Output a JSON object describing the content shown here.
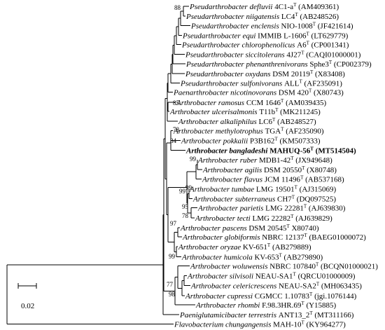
{
  "tree": {
    "scale_bar_label": "0.02",
    "taxa": [
      {
        "genus": "Pseudarthrobacter",
        "species": "defluvii",
        "strain": "4C1-a",
        "type_strain": true,
        "accession": "(AM409361)"
      },
      {
        "genus": "Pseudarthrobacter",
        "species": "niigatensis",
        "strain": "LC4",
        "type_strain": true,
        "accession": "(AB248526)"
      },
      {
        "genus": "Pseudarthrobacter",
        "species": "enclensis",
        "strain": "NIO-1008",
        "type_strain": true,
        "accession": "(JF421614)"
      },
      {
        "genus": "Pseudarthrobacter",
        "species": "equi",
        "strain": "IMMIB L-1606",
        "type_strain": true,
        "accession": "(LT629779)"
      },
      {
        "genus": "Pseudarthrobacter",
        "species": "chlorophenolicus",
        "strain": "A6",
        "type_strain": true,
        "accession": "(CP001341)"
      },
      {
        "genus": "Pseudarthrobacter",
        "species": "siccitolerans",
        "strain": "4J27",
        "type_strain": true,
        "accession": "(CAQI01000001)"
      },
      {
        "genus": "Pseudarthrobacter",
        "species": "phenanthrenivorans",
        "strain": "Sphe3",
        "type_strain": true,
        "accession": "(CP002379)"
      },
      {
        "genus": "Pseudarthrobacter",
        "species": "oxydans",
        "strain": "DSM 20119",
        "type_strain": true,
        "accession": "(X83408)"
      },
      {
        "genus": "Pseudarthrobacter",
        "species": "sulfonivorans",
        "strain": "ALL",
        "type_strain": true,
        "accession": "(AF235091)"
      },
      {
        "genus": "Paenarthrobacter",
        "species": "nicotinovorans",
        "strain": "DSM 420",
        "type_strain": true,
        "accession": "(X80743)"
      },
      {
        "genus": "Arthrobacter",
        "species": "ramosus",
        "strain": "CCM 1646",
        "type_strain": true,
        "accession": "(AM039435)"
      },
      {
        "genus": "Arthrobacter",
        "species": "ulcerisalmonis",
        "strain": "T11b",
        "type_strain": true,
        "accession": "(MK211245)"
      },
      {
        "genus": "Arthrobacter",
        "species": "alkaliphilus",
        "strain": "LC6",
        "type_strain": true,
        "accession": "(AB248527)"
      },
      {
        "genus": "Arthrobacter",
        "species": "methylotrophus",
        "strain": "TGA",
        "type_strain": true,
        "accession": "(AF235090)"
      },
      {
        "genus": "Arthrobacter",
        "species": "pokkalii",
        "strain": "P3B162",
        "type_strain": true,
        "accession": "(KM507333)"
      },
      {
        "genus": "Arthrobacter",
        "species": "bangladeshi",
        "strain": "MAHUQ-56",
        "type_strain": true,
        "accession": "(MT514504)",
        "bold": true
      },
      {
        "genus": "Arthrobacter",
        "species": "ruber",
        "strain": "MDB1-42",
        "type_strain": true,
        "accession": "(JX949648)"
      },
      {
        "genus": "Arthrobacter",
        "species": "agilis",
        "strain": "DSM 20550",
        "type_strain": true,
        "accession": "(X80748)"
      },
      {
        "genus": "Arthrobacter",
        "species": "flavus",
        "strain": "JCM 11496",
        "type_strain": true,
        "accession": "(AB537168)"
      },
      {
        "genus": "Arthrobacter",
        "species": "tumbae",
        "strain": "LMG 19501",
        "type_strain": true,
        "accession": "(AJ315069)"
      },
      {
        "genus": "Arthrobacter",
        "species": "subterraneus",
        "strain": "CH7",
        "type_strain": true,
        "accession": "(DQ097525)"
      },
      {
        "genus": "Arthrobacter",
        "species": "parietis",
        "strain": "LMG 22281",
        "type_strain": true,
        "accession": "(AJ639830)"
      },
      {
        "genus": "Arthrobacter",
        "species": "tecti",
        "strain": "LMG 22282",
        "type_strain": true,
        "accession": "(AJ639829)"
      },
      {
        "genus": "Arthrobacter",
        "species": "pascens",
        "strain": "DSM 20545",
        "type_strain": true,
        "accession": "X80740)"
      },
      {
        "genus": "Arthrobacter",
        "species": "globiformis",
        "strain": "NBRC 12137",
        "type_strain": true,
        "accession": "(BAEG01000072)"
      },
      {
        "genus": "Arthrobacter",
        "species": "oryzae",
        "strain": "KV-651",
        "type_strain": true,
        "accession": "(AB279889)"
      },
      {
        "genus": "Arthrobacter",
        "species": "humicola",
        "strain": "KV-653",
        "type_strain": true,
        "accession": "(AB279890)"
      },
      {
        "genus": "Arthrobacter",
        "species": "woluwensis",
        "strain": "NBRC 107840",
        "type_strain": true,
        "accession": "(BCQN01000021)"
      },
      {
        "genus": "Arthrobacter",
        "species": "silvisoli",
        "strain": "NEAU-SA1",
        "type_strain": true,
        "accession": "(QRCU01000009)"
      },
      {
        "genus": "Arthrobacter",
        "species": "celericrescens",
        "strain": "NEAU-SA2",
        "type_strain": true,
        "accession": "(MH063435)"
      },
      {
        "genus": "Arthrobacter",
        "species": "cupressi",
        "strain": "CGMCC 1.10783",
        "type_strain": true,
        "accession": "(jgi.1076144)"
      },
      {
        "genus": "Arthrobacter",
        "species": "rhombi",
        "strain": "F.98.3HR.69",
        "type_strain": true,
        "accession": "(Y15885)"
      },
      {
        "genus": "Paeniglutamicibacter",
        "species": "terrestris",
        "strain": "ANT13_2",
        "type_strain": true,
        "accession": "(MT311166)"
      },
      {
        "genus": "Flavobacterium",
        "species": "chungangensis",
        "strain": "MAH-10",
        "type_strain": true,
        "accession": "(KY964277)"
      }
    ],
    "bootstrap_values": [
      "88",
      "85",
      "78",
      "84",
      "99",
      "99",
      "99",
      "95",
      "78",
      "97",
      "99",
      "77",
      "98"
    ]
  }
}
